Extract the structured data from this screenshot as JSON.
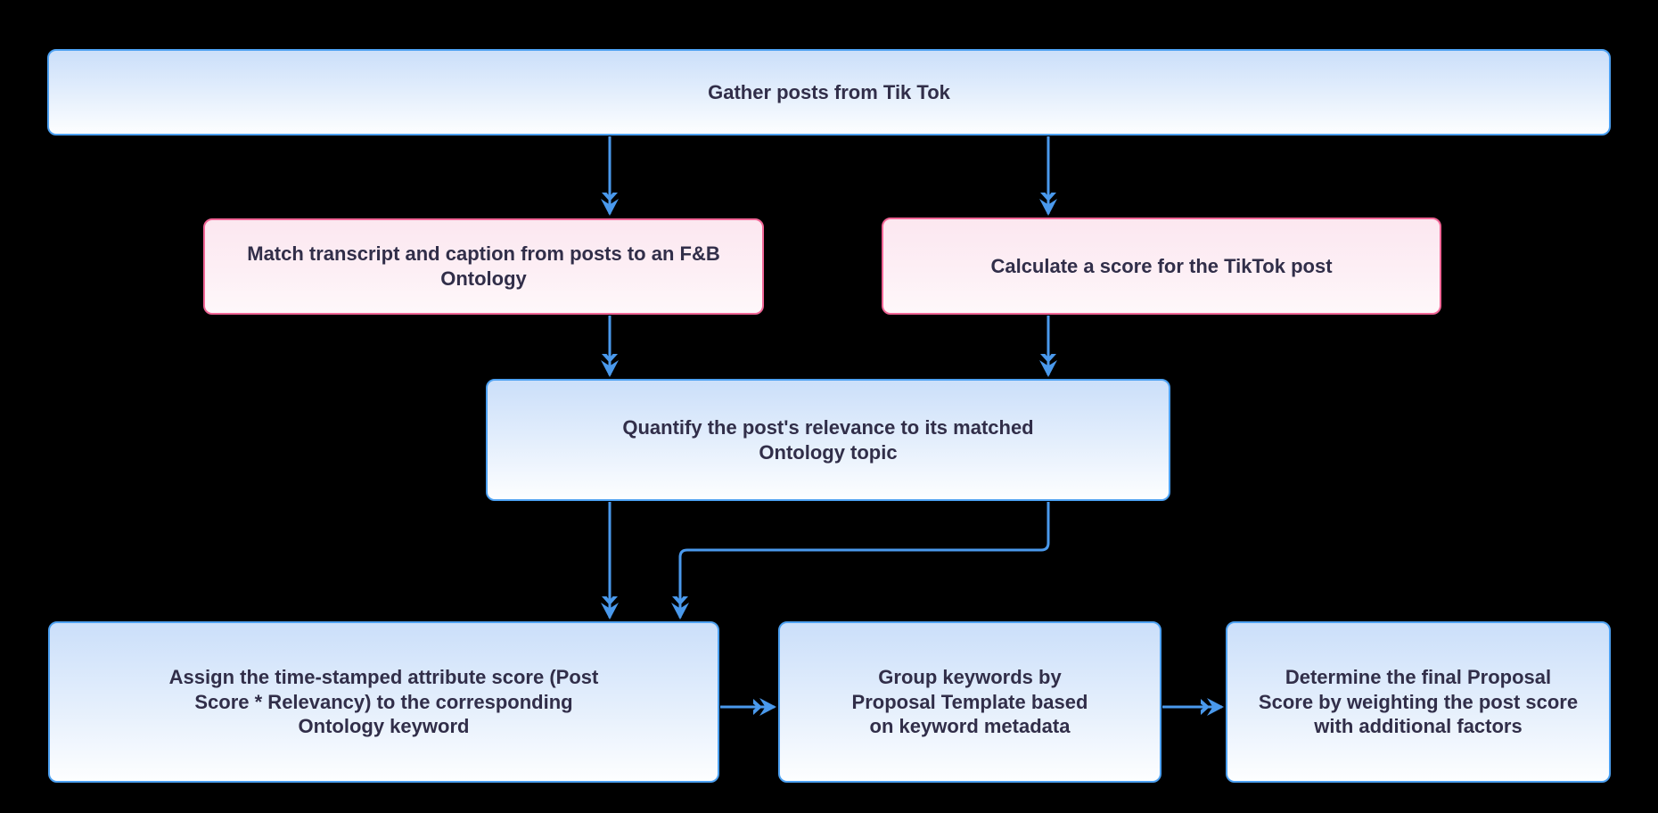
{
  "diagram": {
    "type": "flowchart",
    "background": "#000000",
    "colors": {
      "edge_blue": "#4a99ec",
      "node_blue_border": "#4da1f2",
      "node_blue_fill_top": "#cbdffa",
      "node_pink_border": "#f16696",
      "node_pink_fill_top": "#fce7f0",
      "text": "#312e49"
    },
    "nodes": [
      {
        "id": "gather-posts",
        "variant": "blue",
        "lines": [
          "Gather posts from Tik Tok"
        ]
      },
      {
        "id": "match-ontology",
        "variant": "pink",
        "lines": [
          "Match transcript and caption from posts to an F&B",
          "Ontology"
        ]
      },
      {
        "id": "calculate-score",
        "variant": "pink",
        "lines": [
          "Calculate a score for the TikTok post"
        ]
      },
      {
        "id": "quantify-relevance",
        "variant": "blue",
        "lines": [
          "Quantify the post's relevance to its matched",
          "Ontology topic"
        ]
      },
      {
        "id": "assign-attribute-score",
        "variant": "blue",
        "lines": [
          "Assign the time-stamped attribute score (Post",
          "Score * Relevancy) to the corresponding",
          "Ontology keyword"
        ]
      },
      {
        "id": "group-keywords",
        "variant": "blue",
        "lines": [
          "Group keywords by",
          "Proposal Template based",
          "on keyword metadata"
        ]
      },
      {
        "id": "final-proposal-score",
        "variant": "blue",
        "lines": [
          "Determine the final Proposal",
          "Score by weighting the post score",
          "with additional factors"
        ]
      }
    ],
    "edges": [
      {
        "from": "gather-posts",
        "to": "match-ontology"
      },
      {
        "from": "gather-posts",
        "to": "calculate-score"
      },
      {
        "from": "match-ontology",
        "to": "quantify-relevance"
      },
      {
        "from": "calculate-score",
        "to": "quantify-relevance"
      },
      {
        "from": "quantify-relevance",
        "to": "assign-attribute-score"
      },
      {
        "from": "quantify-relevance",
        "to": "assign-attribute-score-elbow"
      },
      {
        "from": "assign-attribute-score",
        "to": "group-keywords"
      },
      {
        "from": "group-keywords",
        "to": "final-proposal-score"
      }
    ]
  }
}
